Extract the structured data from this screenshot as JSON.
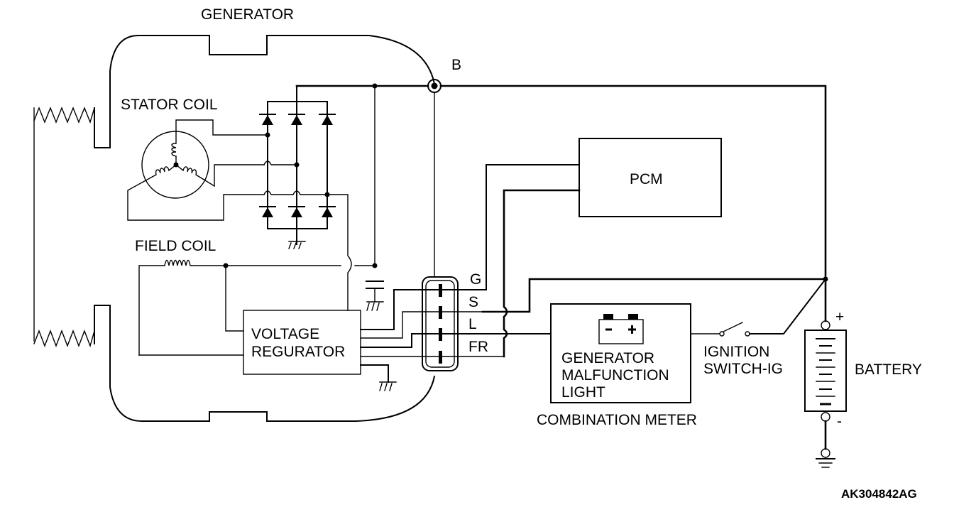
{
  "diagram": {
    "title": "GENERATOR",
    "figure_code": "AK304842AG",
    "labels": {
      "generator": "GENERATOR",
      "stator_coil": "STATOR COIL",
      "field_coil": "FIELD COIL",
      "b_terminal": "B",
      "voltage_regulator_line1": "VOLTAGE",
      "voltage_regulator_line2": "REGURATOR",
      "pcm": "PCM",
      "terminal_g": "G",
      "terminal_s": "S",
      "terminal_l": "L",
      "terminal_fr": "FR",
      "malfunction_line1": "GENERATOR",
      "malfunction_line2": "MALFUNCTION",
      "malfunction_line3": "LIGHT",
      "combination_meter": "COMBINATION METER",
      "ignition_line1": "IGNITION",
      "ignition_line2": "SWITCH-IG",
      "battery": "BATTERY",
      "battery_plus": "+",
      "battery_minus": "-",
      "lamp_minus": "-",
      "lamp_plus": "+"
    },
    "components": [
      {
        "id": "generator",
        "name": "GENERATOR"
      },
      {
        "id": "stator-coil",
        "name": "STATOR COIL"
      },
      {
        "id": "rectifier",
        "name": "Diode rectifier (6 diodes)"
      },
      {
        "id": "field-coil",
        "name": "FIELD COIL"
      },
      {
        "id": "voltage-regulator",
        "name": "VOLTAGE REGURATOR"
      },
      {
        "id": "connector",
        "terminals": [
          "G",
          "S",
          "L",
          "FR"
        ]
      },
      {
        "id": "pcm",
        "name": "PCM"
      },
      {
        "id": "combination-meter",
        "name": "COMBINATION METER"
      },
      {
        "id": "ignition-switch",
        "name": "IGNITION SWITCH-IG"
      },
      {
        "id": "battery",
        "name": "BATTERY"
      }
    ]
  }
}
